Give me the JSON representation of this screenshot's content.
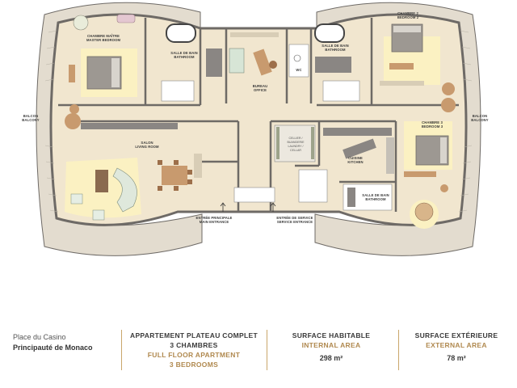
{
  "plan": {
    "rooms": {
      "master_fr": "CHAMBRE MAÎTRE",
      "master_en": "MASTER BEDROOM",
      "bath1_fr": "SALLE DE BAIN",
      "bath1_en": "BATHROOM",
      "office_fr": "BUREAU",
      "office_en": "OFFICE",
      "bath2_fr": "SALLE DE BAIN",
      "bath2_en": "BATHROOM",
      "wc": "WC",
      "bed2_fr": "CHAMBRE 2",
      "bed2_en": "BEDROOM 2",
      "bed3_fr": "CHAMBRE 3",
      "bed3_en": "BEDROOM 3",
      "balcony_left_fr": "BALCON",
      "balcony_left_en": "BALCONY",
      "balcony_right_fr": "BALCON",
      "balcony_right_en": "BALCONY",
      "living_fr": "SALON",
      "living_en": "LIVING ROOM",
      "cellar_1": "CELLIER /",
      "cellar_2": "BUANDERIE",
      "cellar_3": "LAUNDRY /",
      "cellar_4": "CELLAR",
      "kitchen_fr": "CUISINE",
      "kitchen_en": "KITCHEN",
      "bath3_fr": "SALLE DE BAIN",
      "bath3_en": "BATHROOM",
      "main_entrance_fr": "ENTRÉE PRINCIPALE",
      "main_entrance_en": "MAIN ENTRANCE",
      "service_entrance_fr": "ENTRÉE DE SERVICE",
      "service_entrance_en": "SERVICE ENTRANCE"
    }
  },
  "footer": {
    "location_line1": "Place du Casino",
    "location_line2": "Principauté de Monaco",
    "apt_fr_title": "APPARTEMENT PLATEAU COMPLET",
    "apt_fr_rooms": "3 CHAMBRES",
    "apt_en_title": "FULL FLOOR APARTMENT",
    "apt_en_rooms": "3 BEDROOMS",
    "internal_fr": "SURFACE HABITABLE",
    "internal_en": "INTERNAL AREA",
    "internal_value": "298 m²",
    "external_fr": "SURFACE EXTÉRIEURE",
    "external_en": "EXTERNAL AREA",
    "external_value": "78 m²"
  },
  "colors": {
    "floor": "#f1e6cf",
    "rug": "#fbf1c2",
    "wall": "#6e6a66",
    "balcony": "#e3dccf",
    "gold": "#b0894f",
    "furniture": "#c89a6e"
  }
}
